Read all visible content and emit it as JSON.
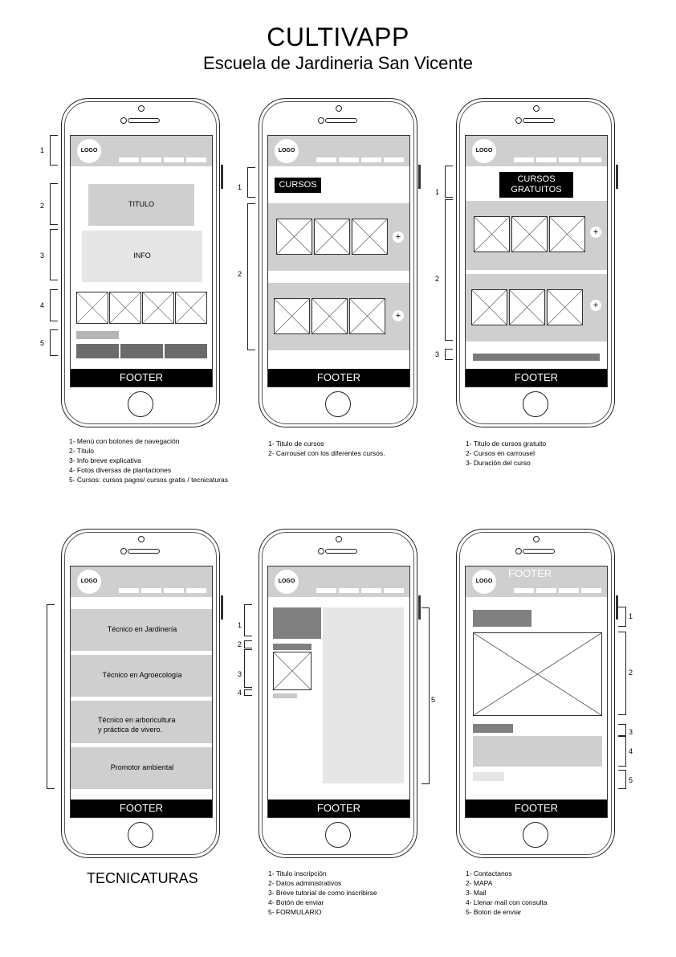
{
  "title": "CULTIVAPP",
  "subtitle": "Escuela de Jardineria San Vicente",
  "logo_text": "LOGO",
  "footer_text": "FOOTER",
  "phone1": {
    "titulo": "TITULO",
    "info": "INFO",
    "labels": [
      "1",
      "2",
      "3",
      "4",
      "5"
    ],
    "notes": [
      "1- Menú con botones de navegación",
      "2- Título",
      "3- Info breve explicativa",
      "4- Fotos diversas de plantaciones",
      "5- Cursos: cursos pagos/ cursos gratis / tecnicaturas"
    ]
  },
  "phone2": {
    "cursos": "CURSOS",
    "plus": "+",
    "labels": [
      "1",
      "2"
    ],
    "notes": [
      "1- Titulo de cursos",
      "2- Carrousel con los diferentes cursos."
    ]
  },
  "phone3": {
    "cursos_gratuitos_line1": "CURSOS",
    "cursos_gratuitos_line2": "GRATUITOS",
    "plus": "+",
    "labels": [
      "1",
      "2",
      "3"
    ],
    "notes": [
      "1- Titulo de cursos gratuito",
      "2- Cursos en carrousel",
      "3- Duración del curso"
    ]
  },
  "phone4": {
    "items": [
      "Técnico en Jardinería",
      "Técnico en Agroecología",
      "Técnico en arboricultura",
      "y práctica de vivero.",
      "Promotor ambiental"
    ],
    "caption": "TECNICATURAS"
  },
  "phone5": {
    "labels": [
      "1",
      "2",
      "3",
      "4",
      "5"
    ],
    "notes": [
      "1- Titulo inscripción",
      "2- Datos administrativos",
      "3- Breve tutorial de como inscribirse",
      "4- Botón de enviar",
      "5- FORMULARIO"
    ]
  },
  "phone6": {
    "header_footer_text": "FOOTER",
    "labels": [
      "1",
      "2",
      "3",
      "4",
      "5"
    ],
    "notes": [
      "1- Contactanos",
      "2- MAPA",
      "3- Mail",
      "4- Llenar mail con consulta",
      "5- Boton de enviar"
    ]
  },
  "colors": {
    "nav_grey": "#cfcfcf",
    "light_grey": "#e6e6e6",
    "dark_grey": "#6b6b6b",
    "footer": "#000000"
  }
}
